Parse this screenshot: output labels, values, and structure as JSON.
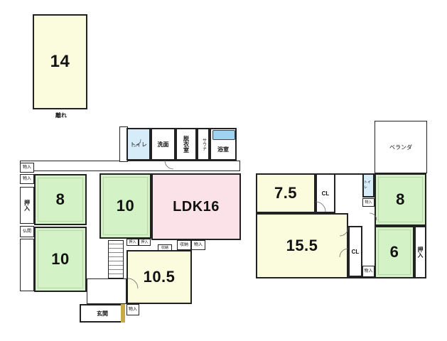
{
  "annex": {
    "number": "14",
    "label": "離れ"
  },
  "west": {
    "closet_top": "物入",
    "closet_second": "物入",
    "oshiire": "押入",
    "butsuma": "仏間",
    "room_8": "8",
    "room_10_left": "10",
    "room_10_center": "10",
    "oshiire_a": "押入",
    "oshiire_b": "押入",
    "shuno": "収納",
    "shuno2": "収納",
    "monoire_a": "物入",
    "ldk": "LDK16",
    "room_10_5": "10.5",
    "genkan": "玄関",
    "monoire_genkan": "物入"
  },
  "wet": {
    "toilet": "トイレ",
    "senmen": "洗面",
    "datsuishitsu": "脱衣室",
    "sauna": "サウナ",
    "yokushitsu": "浴室"
  },
  "east": {
    "veranda": "ベランダ",
    "room_7_5": "7.5",
    "cl_top": "CL",
    "toilet": "トイレ",
    "monoire_top": "物入",
    "room_8": "8",
    "room_15_5": "15.5",
    "cl_mid": "CL",
    "room_6": "6",
    "oshiire": "押入",
    "monoire_bottom": "物入"
  }
}
